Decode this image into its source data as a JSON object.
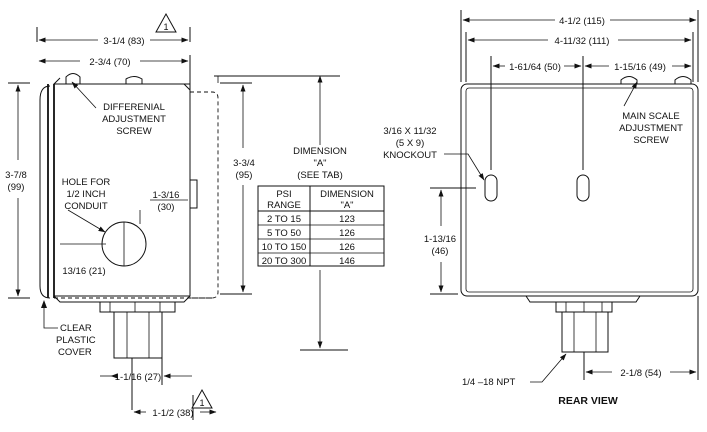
{
  "left_view": {
    "dim_top": "3-1/4 (83)",
    "dim_second": "2-3/4 (70)",
    "dim_height_a": "3-7/8",
    "dim_height_b": "(99)",
    "differential_line1": "DIFFERENIAL",
    "differential_line2": "ADJUSTMENT",
    "differential_line3": "SCREW",
    "hole_line1": "HOLE FOR",
    "hole_line2": "1/2 INCH",
    "hole_line3": "CONDUIT",
    "dim_hole_offset_a": "1-3/16",
    "dim_hole_offset_b": "(30)",
    "dim_hole_bottom": "13/16 (21)",
    "dim_side_a": "3-3/4",
    "dim_side_b": "(95)",
    "cover_line1": "CLEAR",
    "cover_line2": "PLASTIC",
    "cover_line3": "COVER",
    "dim_fitting": "1-1/16 (27)",
    "dim_fitting_total": "1-1/2 (38)",
    "note_marker": "1"
  },
  "dimension_a": {
    "label_line1": "DIMENSION",
    "label_line2": "\"A\"",
    "label_line3": "(SEE TAB)",
    "table": {
      "headers": [
        [
          "PSI",
          "RANGE"
        ],
        [
          "DIMENSION",
          "\"A\""
        ]
      ],
      "rows": [
        [
          "2 TO 15",
          "123"
        ],
        [
          "5 TO 50",
          "126"
        ],
        [
          "10 TO 150",
          "126"
        ],
        [
          "20 TO 300",
          "146"
        ]
      ]
    }
  },
  "rear_view": {
    "dim_top": "4-1/2 (115)",
    "dim_second": "4-11/32 (111)",
    "dim_left_offset": "1-61/64 (50)",
    "dim_right_offset": "1-15/16 (49)",
    "main_scale_line1": "MAIN SCALE",
    "main_scale_line2": "ADJUSTMENT",
    "main_scale_line3": "SCREW",
    "knockout_line1": "3/16 X 11/32",
    "knockout_line2": "(5 X 9)",
    "knockout_line3": "KNOCKOUT",
    "dim_side_a": "1-13/16",
    "dim_side_b": "(46)",
    "npt_label": "1/4 –18 NPT",
    "dim_bottom": "2-1/8 (54)",
    "title": "REAR VIEW"
  }
}
